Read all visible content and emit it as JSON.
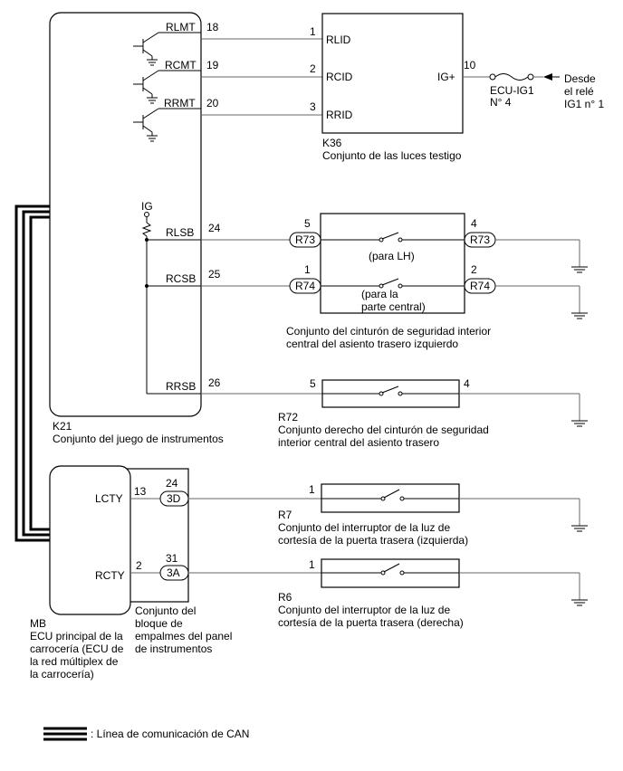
{
  "k21": {
    "code": "K21",
    "name": "Conjunto del juego de instrumentos",
    "pins": {
      "rlmt": "RLMT",
      "rcmt": "RCMT",
      "rrmt": "RRMT",
      "ig": "IG",
      "rlsb": "RLSB",
      "rcsb": "RCSB",
      "rrsb": "RRSB"
    },
    "pin_numbers": {
      "rlmt": "18",
      "rcmt": "19",
      "rrmt": "20",
      "rlsb": "24",
      "rcsb": "25",
      "rrsb": "26"
    }
  },
  "k36": {
    "code": "K36",
    "name": "Conjunto de las luces testigo",
    "pins": {
      "rlid": "RLID",
      "rcid": "RCID",
      "rrid": "RRID",
      "igp": "IG+"
    },
    "pin_numbers": {
      "rlid": "1",
      "rcid": "2",
      "rrid": "3",
      "igp": "10"
    }
  },
  "fuse": {
    "line1": "ECU-IG1",
    "line2": "N° 4"
  },
  "relay_source": {
    "line1": "Desde",
    "line2": "el relé",
    "line3": "IG1 n° 1"
  },
  "seatbelt_left": {
    "connector_a": "R73",
    "connector_b": "R74",
    "pins": {
      "a_in": "5",
      "a_out": "4",
      "b_in": "1",
      "b_out": "2"
    },
    "switch_lh": "(para LH)",
    "switch_center_1": "(para la",
    "switch_center_2": "parte central)",
    "name_line1": "Conjunto del cinturón de seguridad interior",
    "name_line2": "central del asiento trasero izquierdo"
  },
  "seatbelt_right": {
    "code": "R72",
    "pin_in": "5",
    "pin_out": "4",
    "name_line1": "Conjunto derecho del cinturón de seguridad",
    "name_line2": "interior central del asiento trasero"
  },
  "mb": {
    "code": "MB",
    "pins": {
      "lcty": "LCTY",
      "rcty": "RCTY"
    },
    "pin_numbers": {
      "lcty": "13",
      "rcty": "2"
    },
    "name_line1": "ECU principal de la",
    "name_line2": "carrocería (ECU de",
    "name_line3": "la red múltiplex de",
    "name_line4": "la carrocería)"
  },
  "junction": {
    "pin_3d": "24",
    "conn_3d": "3D",
    "pin_3a": "31",
    "conn_3a": "3A",
    "name_line1": "Conjunto del",
    "name_line2": "bloque de",
    "name_line3": "empalmes del panel",
    "name_line4": "de instrumentos"
  },
  "r7": {
    "code": "R7",
    "pin": "1",
    "name_line1": "Conjunto del interruptor de la luz de",
    "name_line2": "cortesía de la puerta trasera (izquierda)"
  },
  "r6": {
    "code": "R6",
    "pin": "1",
    "name_line1": "Conjunto del interruptor de la luz de",
    "name_line2": "cortesía de la puerta trasera (derecha)"
  },
  "legend": {
    "label": ": Línea de comunicación de CAN"
  }
}
